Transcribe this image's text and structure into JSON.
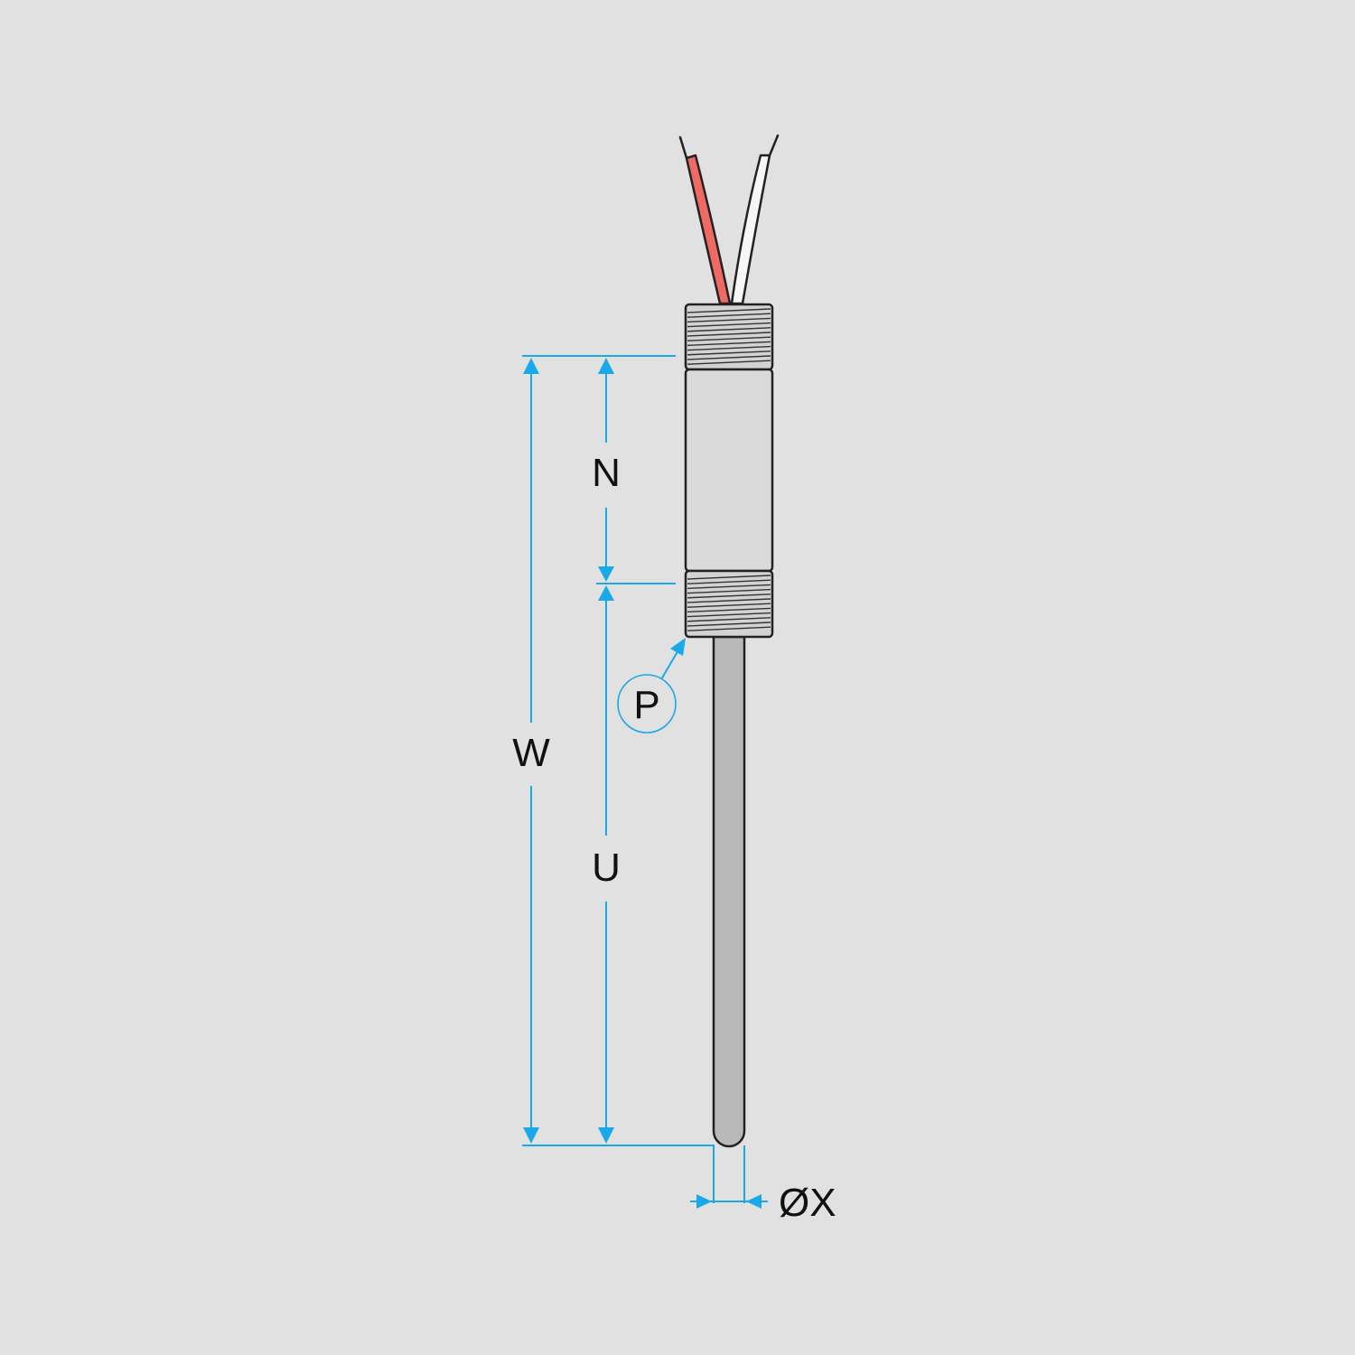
{
  "colors": {
    "background": "#e1e1e1",
    "dimension_line": "#1aa9e8",
    "outline": "#222222",
    "fitting_fill": "#dadada",
    "thread_fill": "#d3d3d3",
    "sheath_fill": "#b9b9b9",
    "wire_red": "#f06a64",
    "wire_white": "#f7f7f7",
    "label_text": "#111111"
  },
  "labels": {
    "w": "W",
    "n": "N",
    "u": "U",
    "p": "P",
    "diameter": "ØX"
  }
}
